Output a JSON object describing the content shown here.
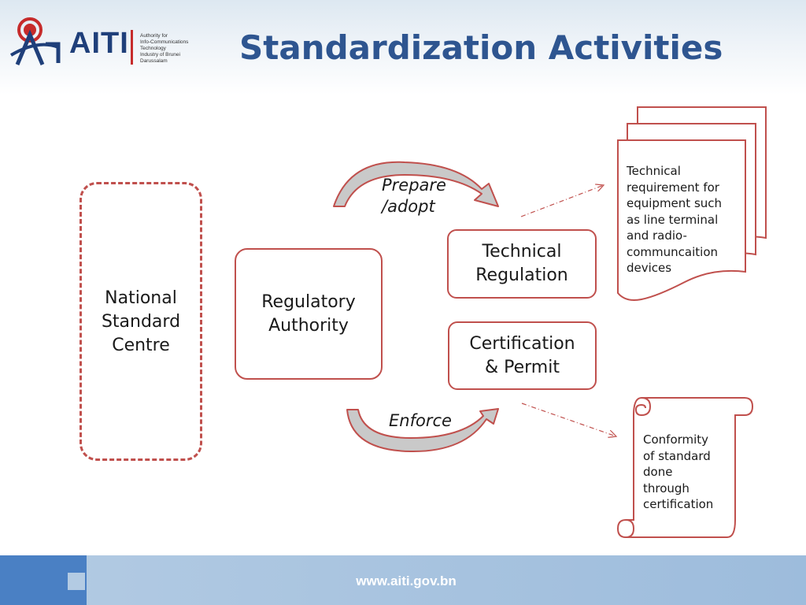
{
  "header": {
    "logo_text": "AITI",
    "logo_subtitle": "Authority for\nInfo-Communications\nTechnology\nIndustry of Brunei Darussalam",
    "title": "Standardization Activities"
  },
  "diagram": {
    "national_standard_centre": "National\nStandard\nCentre",
    "regulatory_authority": "Regulatory\nAuthority",
    "technical_regulation": "Technical\nRegulation",
    "certification_permit": "Certification\n& Permit",
    "prepare_label": "Prepare\n/adopt",
    "enforce_label": "Enforce",
    "technical_requirement_note": "Technical\nrequirement for\nequipment such\nas line terminal\nand radio-\ncommuncaition\ndevices",
    "conformity_note": "Conformity\nof standard\ndone\nthrough\ncertification"
  },
  "colors": {
    "title": "#2e5590",
    "box_border": "#c0504d",
    "arrow_fill": "#c9c9c9",
    "footer": "#9dbcdc"
  },
  "footer": {
    "url": "www.aiti.gov.bn"
  }
}
